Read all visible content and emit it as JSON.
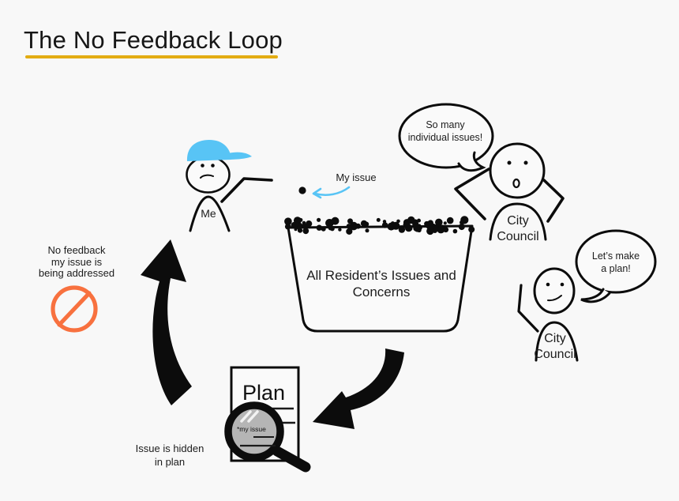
{
  "title": "The No Feedback Loop",
  "colors": {
    "background": "#f8f8f8",
    "ink": "#0c0c0c",
    "title_underline_gold": "#e3ac12",
    "cap_and_arrow_blue": "#58c4f5",
    "no_symbol_orange": "#f8713f",
    "lens_gray": "#b5b5b5"
  },
  "me_figure": {
    "label": "Me"
  },
  "my_issue": {
    "label": "My issue"
  },
  "speech_bubble_1": {
    "lines": [
      "So many",
      "individual issues!"
    ]
  },
  "council_1": {
    "lines": [
      "City",
      "Council"
    ]
  },
  "basket": {
    "lines": [
      "All Resident’s Issues and",
      "Concerns"
    ]
  },
  "speech_bubble_2": {
    "lines": [
      "Let’s make",
      "a plan!"
    ]
  },
  "council_2": {
    "lines": [
      "City",
      "Council"
    ]
  },
  "no_feedback_note": {
    "lines": [
      "No feedback",
      "my issue is",
      "being addressed"
    ]
  },
  "plan_document": {
    "title": "Plan",
    "magnified_text": "*my issue"
  },
  "hidden_note": {
    "lines": [
      "Issue is hidden",
      "in plan"
    ]
  }
}
